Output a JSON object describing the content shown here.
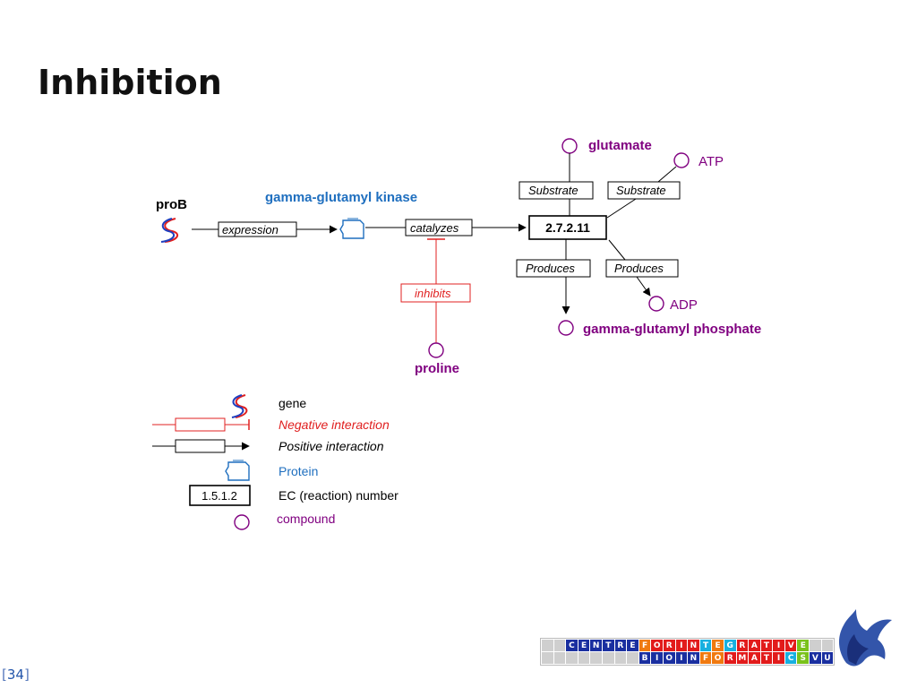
{
  "slide": {
    "title": "Inhibition",
    "page_number": "34",
    "bracket_open": "[",
    "bracket_close": "]"
  },
  "pathway": {
    "gene_name": "proB",
    "protein_name": "gamma-glutamyl kinase",
    "ec_number": "2.7.2.11",
    "labels": {
      "expression": "expression",
      "catalyzes": "catalyzes",
      "inhibits": "inhibits",
      "substrate_1": "Substrate",
      "substrate_2": "Substrate",
      "produces_1": "Produces",
      "produces_2": "Produces"
    },
    "compounds": {
      "glutamate": "glutamate",
      "atp": "ATP",
      "adp": "ADP",
      "gamma_glutamyl_phosphate": "gamma-glutamyl phosphate",
      "proline": "proline"
    }
  },
  "legend": {
    "gene": "gene",
    "negative": "Negative interaction",
    "positive": "Positive interaction",
    "protein": "Protein",
    "ec_example": "1.5.1.2",
    "ec_label": "EC (reaction) number",
    "compound": "compound"
  },
  "logo": {
    "row1": [
      "",
      "",
      "C",
      "E",
      "N",
      "T",
      "R",
      "E",
      "F",
      "O",
      "R",
      "I",
      "N",
      "T",
      "E",
      "G",
      "R",
      "A",
      "T",
      "I",
      "V",
      "E",
      "",
      ""
    ],
    "row1_colors": [
      "#cfcfcf",
      "#cfcfcf",
      "#1a2fa0",
      "#1a2fa0",
      "#1a2fa0",
      "#1a2fa0",
      "#1a2fa0",
      "#1a2fa0",
      "#f07a10",
      "#e21b1b",
      "#e21b1b",
      "#e21b1b",
      "#e21b1b",
      "#18b0e0",
      "#f07a10",
      "#18b0e0",
      "#e21b1b",
      "#e21b1b",
      "#e21b1b",
      "#e21b1b",
      "#e21b1b",
      "#7ac21b",
      "#cfcfcf",
      "#cfcfcf"
    ],
    "row2": [
      "",
      "",
      "",
      "",
      "",
      "",
      "",
      "",
      "B",
      "I",
      "O",
      "I",
      "N",
      "F",
      "O",
      "R",
      "M",
      "A",
      "T",
      "I",
      "C",
      "S",
      "V",
      "U"
    ],
    "row2_colors": [
      "#cfcfcf",
      "#cfcfcf",
      "#cfcfcf",
      "#cfcfcf",
      "#cfcfcf",
      "#cfcfcf",
      "#cfcfcf",
      "#cfcfcf",
      "#1a2fa0",
      "#1a2fa0",
      "#1a2fa0",
      "#1a2fa0",
      "#1a2fa0",
      "#f07a10",
      "#f07a10",
      "#e21b1b",
      "#e21b1b",
      "#e21b1b",
      "#e21b1b",
      "#e21b1b",
      "#18b0e0",
      "#7ac21b",
      "#1a2fa0",
      "#1a2fa0"
    ]
  },
  "colors": {
    "compound": "#800080",
    "protein": "#1f6fbf",
    "inhibition": "#e02020",
    "positive": "#000000"
  }
}
